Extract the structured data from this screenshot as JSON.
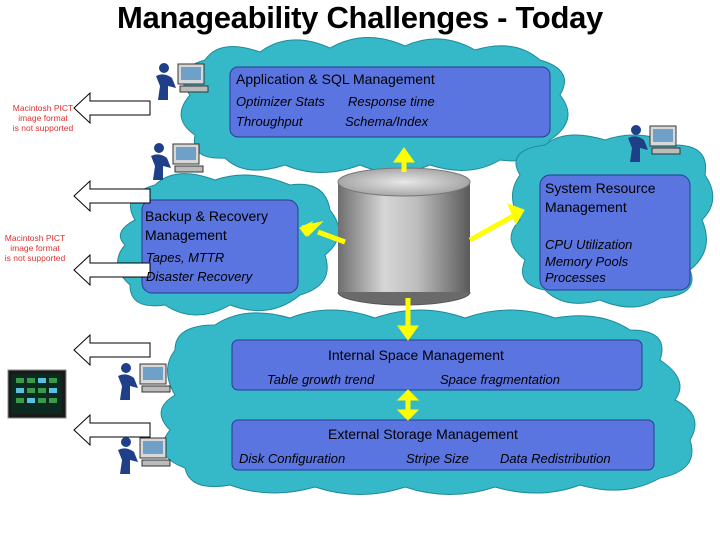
{
  "title": "Manageability Challenges - Today",
  "pict_notice_1": [
    "Macintosh PICT",
    "image format",
    "is not supported"
  ],
  "pict_notice_2": [
    "Macintosh PICT",
    "image format",
    "is not supported"
  ],
  "application": {
    "heading": "Application & SQL Management",
    "details": [
      "Optimizer Stats",
      "Response time",
      "Throughput",
      "Schema/Index"
    ]
  },
  "system_resource": {
    "heading": [
      "System Resource",
      "Management"
    ],
    "details": [
      "CPU Utilization",
      "Memory Pools",
      "Processes"
    ]
  },
  "backup": {
    "heading": [
      "Backup & Recovery",
      "Management"
    ],
    "details": [
      "Tapes, MTTR",
      "Disaster Recovery"
    ]
  },
  "internal_space": {
    "heading": "Internal Space Management",
    "details": [
      "Table growth trend",
      "Space fragmentation"
    ]
  },
  "external_storage": {
    "heading": "External Storage Management",
    "details": [
      "Disk Configuration",
      "Stripe Size",
      "Data Redistribution"
    ]
  },
  "colors": {
    "cloud": "#35b8c8",
    "box": "#5a75e0",
    "arrow_yellow": "#ffff00",
    "left_arrow_fill": "#ffffff"
  }
}
